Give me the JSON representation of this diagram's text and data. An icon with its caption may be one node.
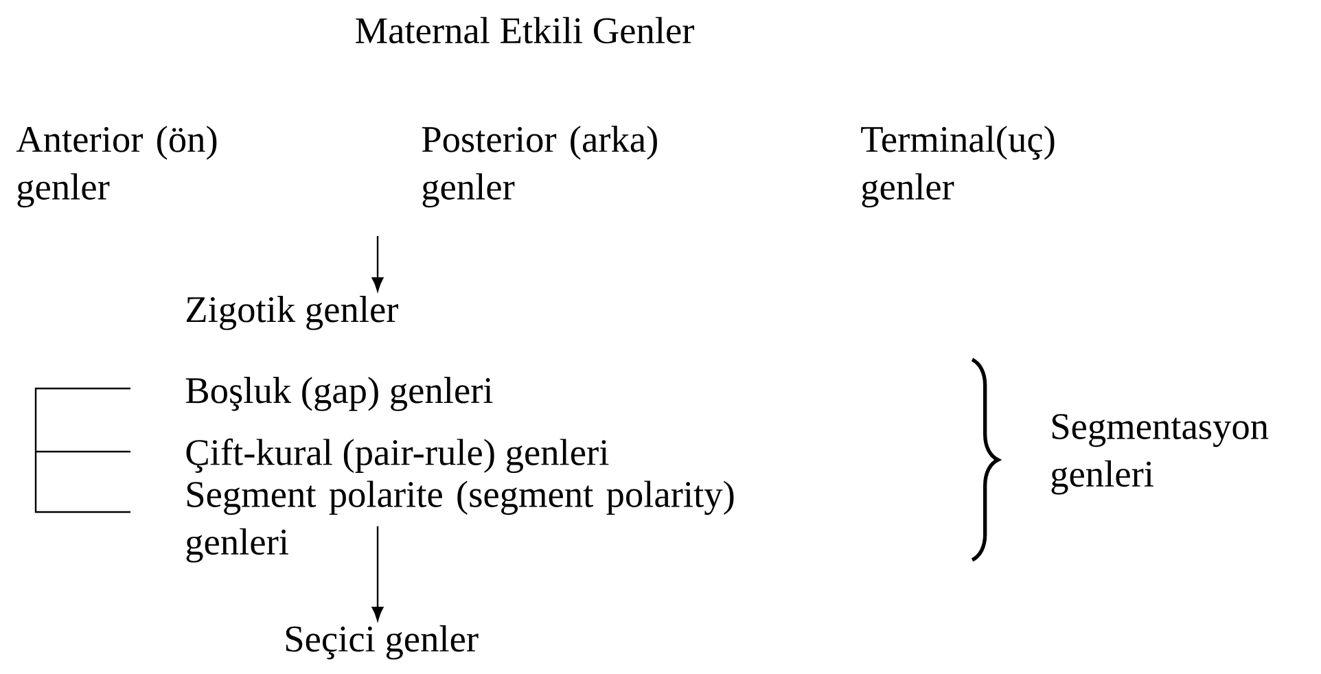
{
  "diagram": {
    "title": "Maternal Etkili Genler",
    "nodes": [
      {
        "text": [
          "Zigotik genler"
        ]
      },
      {
        "text": [
          "Segment polarite (segment polarity) genleri"
        ]
      },
      {
        "text": [
          "Seçici genler"
        ]
      }
    ],
    "edges": [
      {
        "from": null,
        "to": 0,
        "arrow": "to"
      },
      {
        "from": 1,
        "to": 2,
        "arrow": "to"
      }
    ],
    "labels": [
      "Anterior (ön) genler",
      "Posterior (arka) genler",
      "Terminal(uç) genler",
      "Boşluk (gap) genleri",
      "Çift-kural (pair-rule) genleri",
      "Segmentasyon genleri"
    ]
  }
}
